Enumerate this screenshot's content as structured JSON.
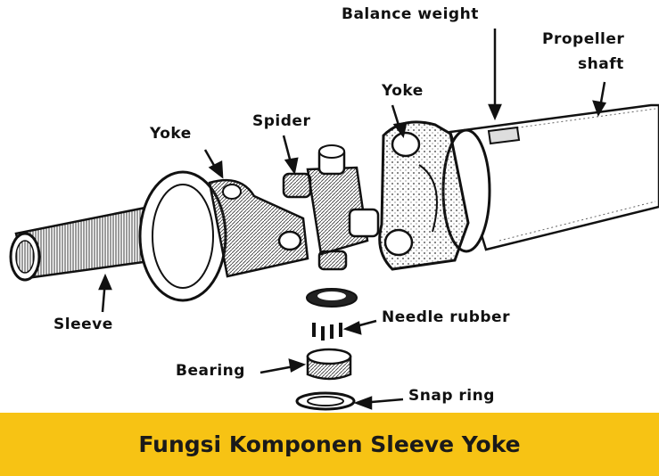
{
  "labels": {
    "balance_weight": "Balance weight",
    "propeller_shaft": "Propeller",
    "propeller_shaft_2": "shaft",
    "yoke_right": "Yoke",
    "yoke_left": "Yoke",
    "spider": "Spider",
    "sleeve": "Sleeve",
    "needle_rubber": "Needle rubber",
    "bearing": "Bearing",
    "snap_ring": "Snap ring"
  },
  "footer": {
    "title": "Fungsi Komponen Sleeve Yoke"
  },
  "colors": {
    "band": "#f7c314",
    "ink": "#111111"
  }
}
